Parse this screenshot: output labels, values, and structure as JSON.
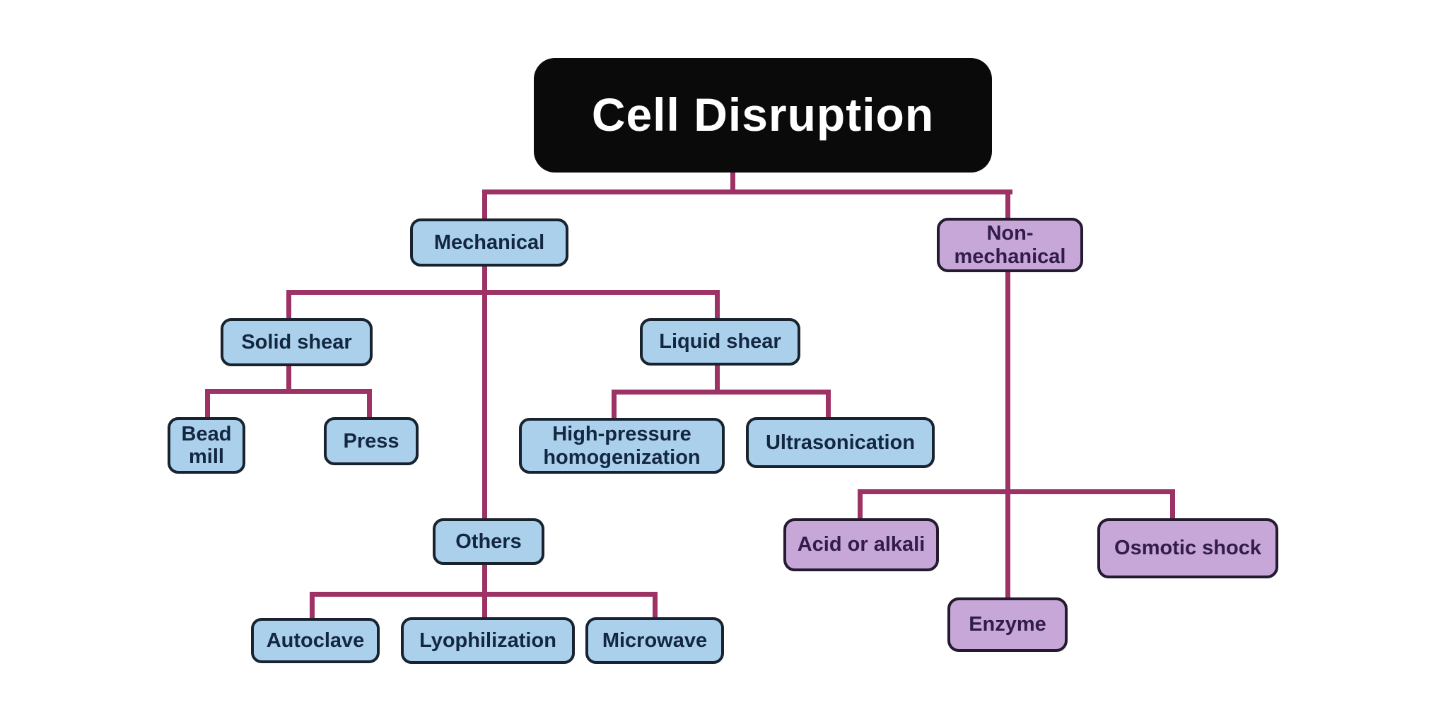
{
  "diagram": {
    "title": "Cell Disruption",
    "nodes": {
      "title": "Cell Disruption",
      "mechanical": "Mechanical",
      "non_mechanical_line1": "Non-",
      "non_mechanical_line2": "mechanical",
      "solid_shear": "Solid shear",
      "liquid_shear": "Liquid shear",
      "bead_mill_line1": "Bead",
      "bead_mill_line2": "mill",
      "press": "Press",
      "high_pressure_line1": "High-pressure",
      "high_pressure_line2": "homogenization",
      "ultrasonication": "Ultrasonication",
      "others": "Others",
      "autoclave": "Autoclave",
      "lyophilization": "Lyophilization",
      "microwave": "Microwave",
      "acid_or_alkali": "Acid or alkali",
      "osmotic_shock": "Osmotic shock",
      "enzyme": "Enzyme"
    },
    "hierarchy": {
      "Cell Disruption": {
        "Mechanical": {
          "Solid shear": [
            "Bead mill",
            "Press"
          ],
          "Liquid shear": [
            "High-pressure homogenization",
            "Ultrasonication"
          ],
          "Others": [
            "Autoclave",
            "Lyophilization",
            "Microwave"
          ]
        },
        "Non-mechanical": [
          "Acid or alkali",
          "Osmotic shock",
          "Enzyme"
        ]
      }
    },
    "colors": {
      "background": "#ffffff",
      "line": "#9d3264",
      "blue_fill": "#abd0ec",
      "blue_border": "#18232f",
      "blue_text": "#132740",
      "purple_fill": "#c7a7d7",
      "purple_border": "#241b2e",
      "purple_text": "#321c49",
      "title_bg": "#0a0a0a",
      "title_text": "#ffffff"
    }
  }
}
